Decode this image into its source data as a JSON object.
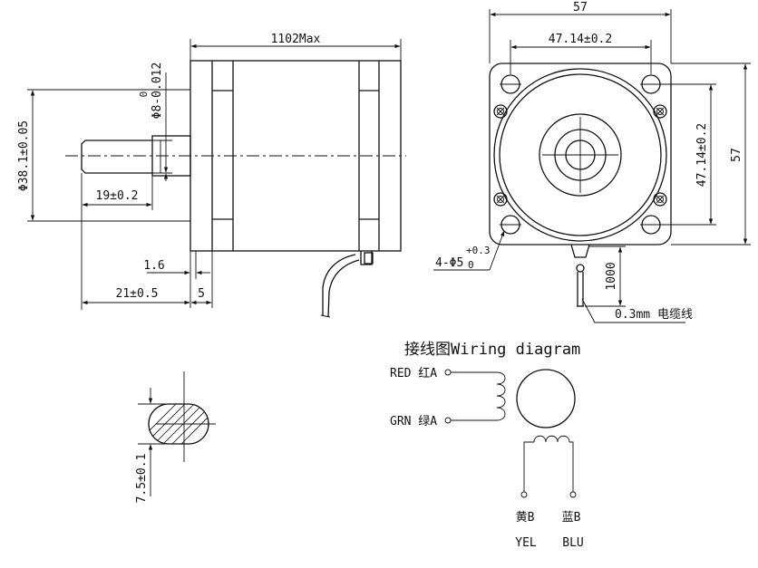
{
  "side_view": {
    "length_dim": "1102Max",
    "flange_dia_dim": "Φ38.1±0.05",
    "shaft_dia_dim": "Φ8-0.012",
    "shaft_dia_tol_upper": "0",
    "shaft_length_dim": "19±0.2",
    "flange_thickness_dim": "1.6",
    "shaft_total_dim": "21±0.5",
    "flange_step_dim": "5"
  },
  "front_view": {
    "width_dim": "57",
    "hole_spacing_h_dim": "47.14±0.2",
    "hole_spacing_v_dim": "47.14±0.2",
    "height_dim": "57",
    "hole_dim": "4-Φ5",
    "hole_tol_upper": "+0.3",
    "hole_tol_lower": "0",
    "cable_length_dim": "1000",
    "cable_note": "0.3mm 电缆线"
  },
  "shaft_section": {
    "flat_dim": "7.5±0.1"
  },
  "wiring": {
    "title": "接线图Wiring diagram",
    "terminal_a": "RED 红A",
    "terminal_a_bar": "GRN 绿A",
    "terminal_b": "黄B",
    "terminal_b_en": "YEL",
    "terminal_b_bar": "蓝B",
    "terminal_b_bar_en": "BLU"
  }
}
